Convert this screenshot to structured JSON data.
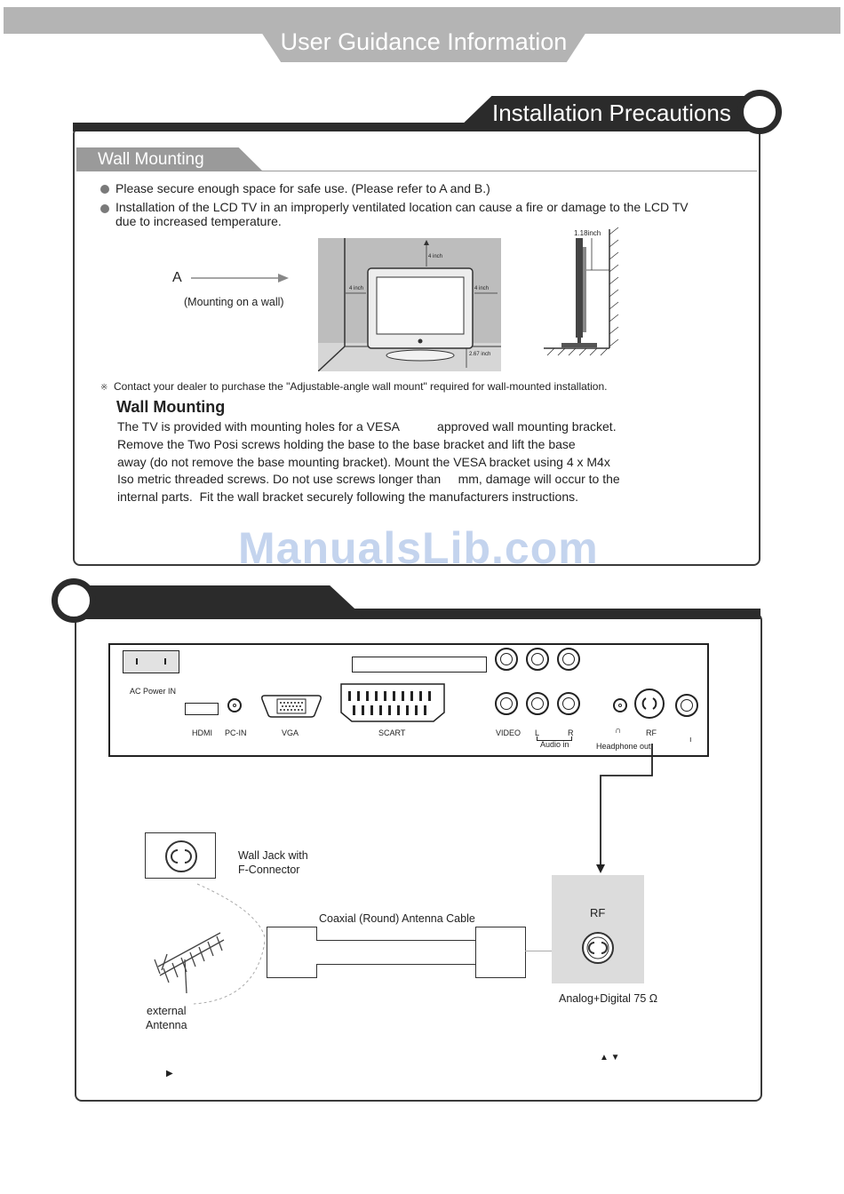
{
  "header": {
    "title": "User Guidance Information"
  },
  "section1": {
    "title": "Installation Precautions",
    "subtitle": "Wall Mounting",
    "bullets": [
      "Please secure enough space for safe use. (Please refer to A and B.)",
      "Installation of the LCD TV in an improperly ventilated location can cause a fire or damage to the LCD TV",
      "due to increased temperature."
    ],
    "diagram": {
      "label_a": "A",
      "mounting_caption": "(Mounting on a wall)",
      "top_clearance": "4 inch",
      "left_clearance": "4 inch",
      "right_clearance": "4 inch",
      "bottom_clearance": "2.67 inch",
      "side_clearance": "1.18inch"
    },
    "note_mark": "※",
    "note": "Contact your dealer to purchase the \"Adjustable-angle wall mount\" required for wall-mounted installation.",
    "heading": "Wall Mounting",
    "paragraph_lines": [
      "The TV is provided with mounting holes for a VESA           approved wall mounting bracket.",
      "Remove the Two Posi screws holding the base to the base bracket and lift the base",
      "away (do not remove the base mounting bracket). Mount the VESA bracket using 4 x M4x",
      "Iso metric threaded screws. Do not use screws longer than     mm, damage will occur to the",
      "internal parts.  Fit the wall bracket securely following the manufacturers instructions."
    ]
  },
  "watermark": "ManualsLib.com",
  "section2": {
    "panel": {
      "ac_power": "AC Power IN",
      "hdmi": "HDMI",
      "pc_in": "PC-IN",
      "vga": "VGA",
      "scart": "SCART",
      "video": "VIDEO",
      "audio_l": "L",
      "audio_r": "R",
      "audio_in": "Audio in",
      "headphone": "Headphone out",
      "rf": "RF",
      "extra": "ı"
    },
    "wall_jack": "Wall Jack with\nF-Connector",
    "cable": "Coaxial (Round) Antenna Cable",
    "antenna": "external\nAntenna",
    "rf_label": "RF",
    "rf_caption": "Analog+Digital 75 Ω",
    "arrow_symbols": "▲ ▼",
    "play_symbol": "▶"
  }
}
